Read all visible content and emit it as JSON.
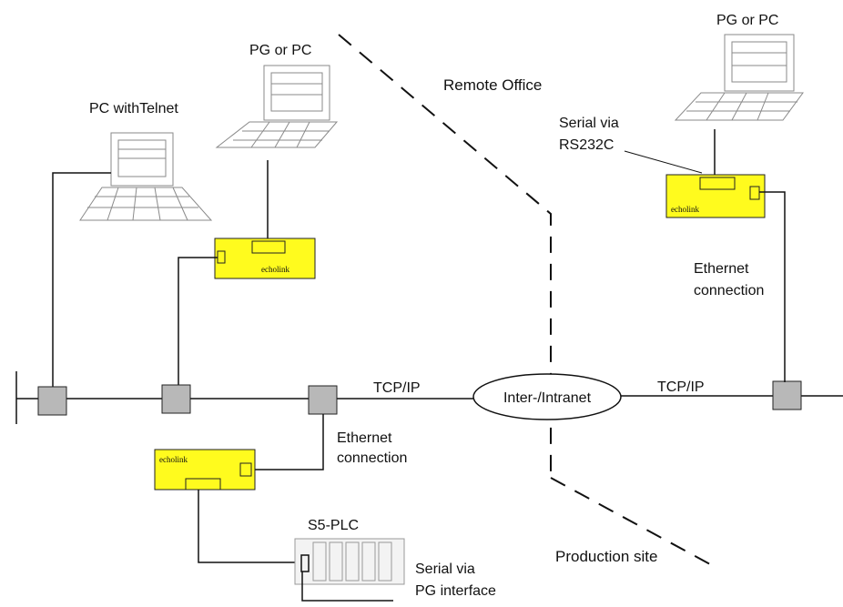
{
  "labels": {
    "pg_pc_center": "PG or PC",
    "pg_pc_right": "PG or PC",
    "pc_telnet": "PC withTelnet",
    "remote_office": "Remote Office",
    "serial_rs232_line1": "Serial via",
    "serial_rs232_line2": "RS232C",
    "ethernet_right_line1": "Ethernet",
    "ethernet_right_line2": "connection",
    "tcpip_left": "TCP/IP",
    "tcpip_right": "TCP/IP",
    "cloud": "Inter-/Intranet",
    "ethernet_bottom_line1": "Ethernet",
    "ethernet_bottom_line2": "connection",
    "s5_plc": "S5-PLC",
    "production_site": "Production site",
    "serial_pg_line1": "Serial via",
    "serial_pg_line2": "PG interface",
    "echolink_center": "echolink",
    "echolink_right": "echolink",
    "echolink_bottom": "echolink"
  },
  "colors": {
    "device_fill": "#fffb1e",
    "node_fill": "#b8b8b8",
    "line": "#111111",
    "pc_outline": "#8a8a8a"
  },
  "icons": [
    "computer-icon",
    "network-node-icon",
    "cloud-ellipse-icon",
    "plc-rack-icon"
  ]
}
